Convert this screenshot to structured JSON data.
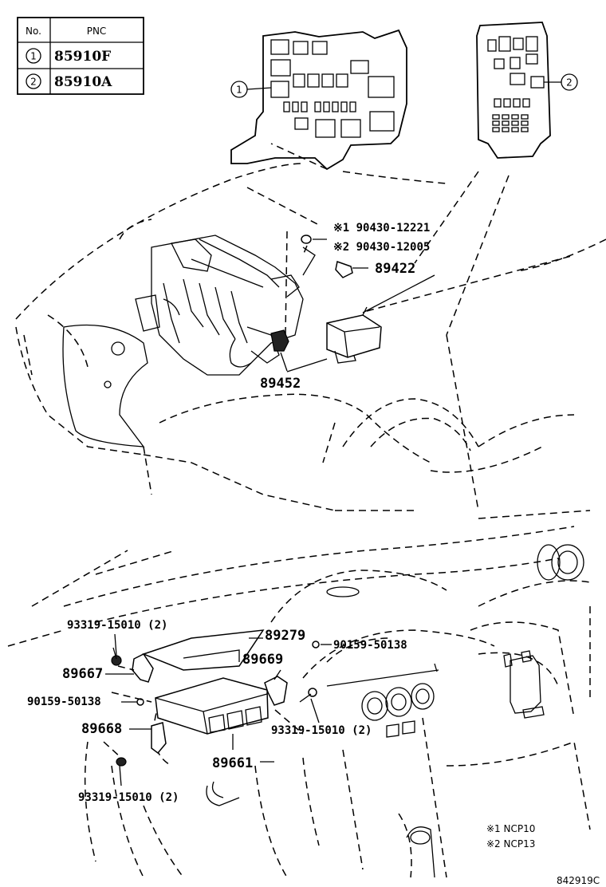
{
  "table": {
    "header_no": "No.",
    "header_pnc": "PNC",
    "rows": [
      {
        "no": "1",
        "pnc": "85910F"
      },
      {
        "no": "2",
        "pnc": "85910A"
      }
    ]
  },
  "callouts": {
    "relay_block_1": "1",
    "relay_block_2": "2"
  },
  "labels": {
    "bolt_1": "※1 90430-12221",
    "bolt_2": "※2 90430-12005",
    "p89422": "89422",
    "p89452": "89452",
    "p89279": "89279",
    "p93319_a": "93319-15010 (2)",
    "p89667": "89667",
    "p90159_a": "90159-50138",
    "p89669": "89669",
    "p90159_b": "90159-50138",
    "p89668": "89668",
    "p93319_b": "93319-15010 (2)",
    "p89661": "89661",
    "p93319_c": "93319-15010 (2)"
  },
  "notes": {
    "n1": "※1 NCP10",
    "n2": "※2 NCP13"
  },
  "figure_id": "842919C"
}
